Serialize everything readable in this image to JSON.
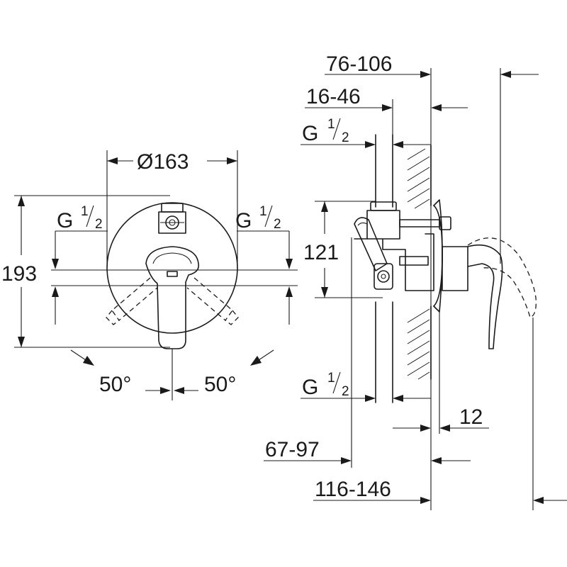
{
  "front_view": {
    "diameter": "Ø163",
    "thread_left_g": "G",
    "thread_left_num": "1",
    "thread_left_den": "2",
    "thread_right_g": "G",
    "thread_right_num": "1",
    "thread_right_den": "2",
    "height": "193",
    "angle_left": "50°",
    "angle_right": "50°"
  },
  "side_view": {
    "dim_top": "76-106",
    "dim_second": "16-46",
    "thread_top_g": "G",
    "thread_top_num": "1",
    "thread_top_den": "2",
    "height": "121",
    "thread_bottom_g": "G",
    "thread_bottom_num": "1",
    "thread_bottom_den": "2",
    "plate": "12",
    "dim_lower": "67-97",
    "dim_bottom": "116-146"
  }
}
